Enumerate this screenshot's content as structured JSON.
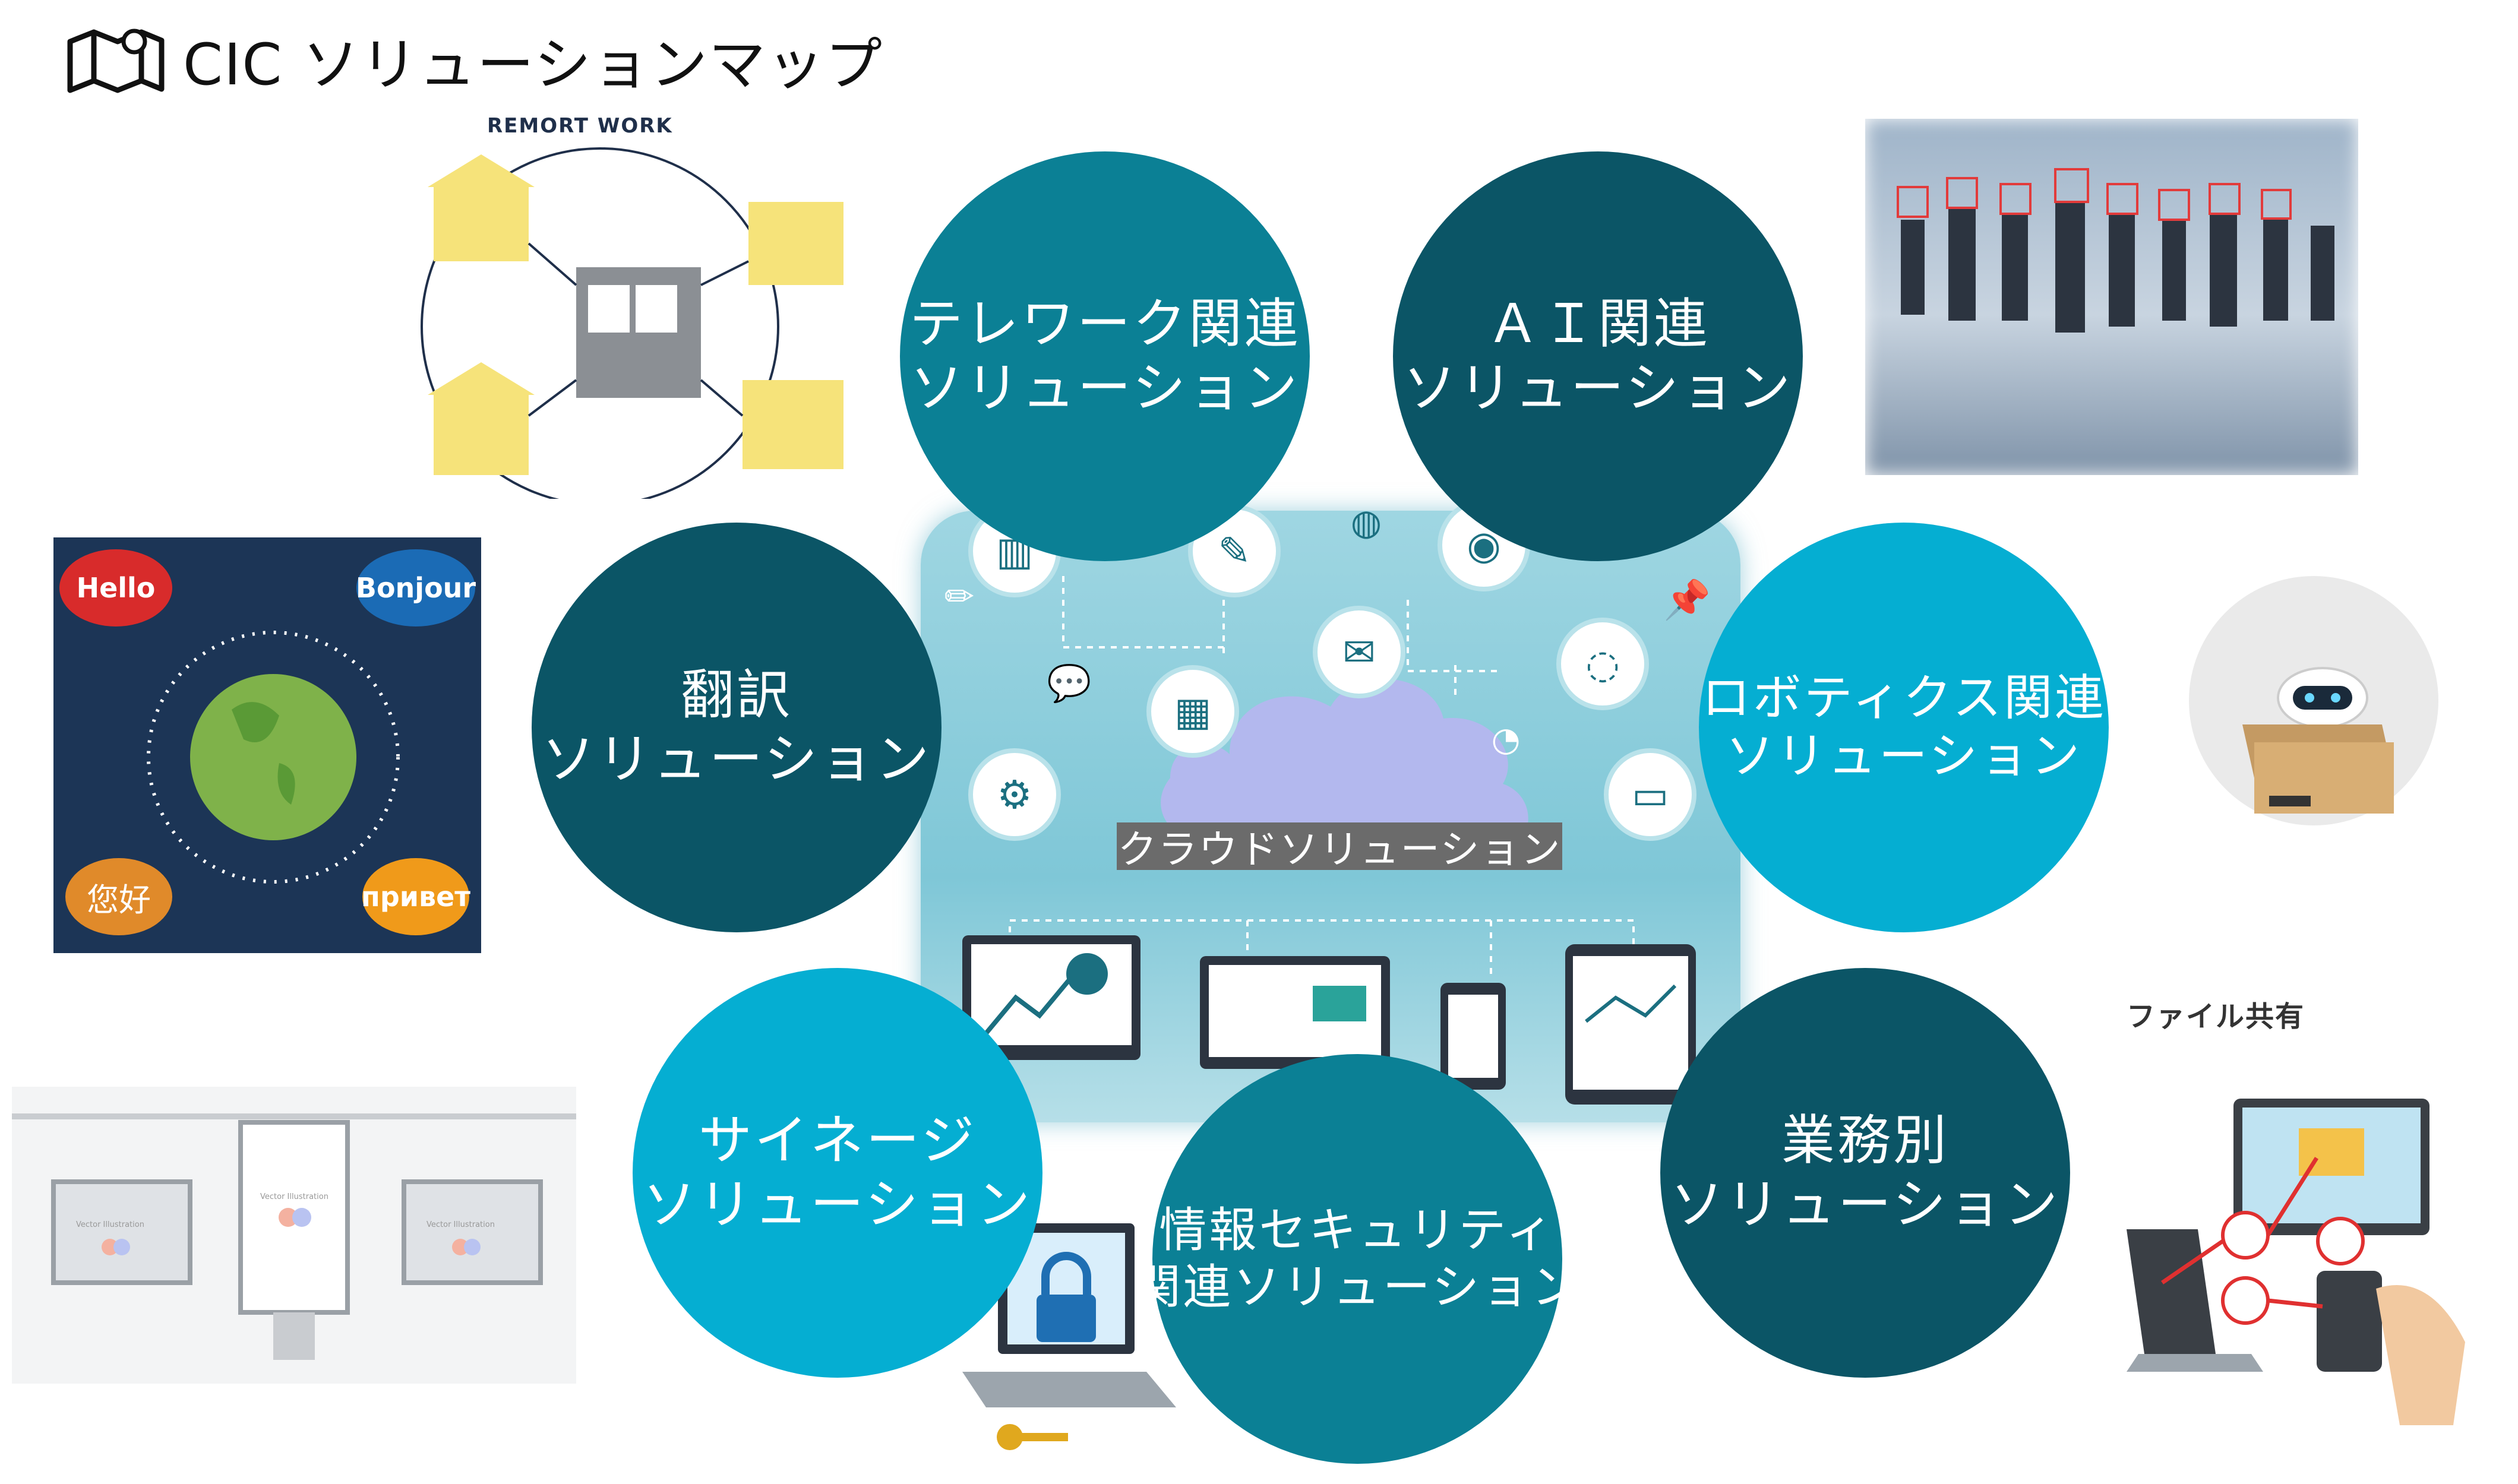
{
  "header": {
    "title": "CIC ソリューションマップ"
  },
  "center": {
    "label": "クラウドソリューション"
  },
  "solutions": {
    "telework": {
      "line1": "テレワーク関連",
      "line2": "ソリューション"
    },
    "ai": {
      "line1": "ＡＩ関連",
      "line2": "ソリューション"
    },
    "translation": {
      "line1": "翻訳",
      "line2": "ソリューション"
    },
    "robotics": {
      "line1": "ロボティクス関連",
      "line2": "ソリューション"
    },
    "signage": {
      "line1": "サイネージ",
      "line2": "ソリューション"
    },
    "security": {
      "line1": "情報セキュリティ",
      "line2": "関連ソリューション"
    },
    "business": {
      "line1": "業務別",
      "line2": "ソリューション"
    }
  },
  "illustrations": {
    "remote_work_caption": "REMORT WORK",
    "file_share_caption": "ファイル共有",
    "greetings": [
      "Hello",
      "Bonjour",
      "您好",
      "привет"
    ],
    "signage_text": "Vector Illustration"
  },
  "colors": {
    "dark": "#0b5566",
    "mid": "#0b8095",
    "light": "#05aed2",
    "panel": "#8fcfdc",
    "cloud": "#b3b8ee"
  }
}
